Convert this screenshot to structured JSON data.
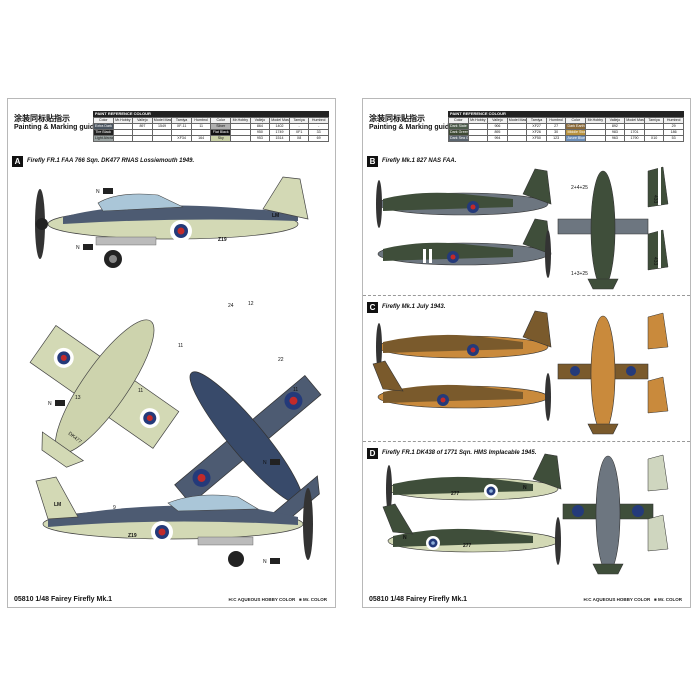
{
  "guide_title_cn": "涂装同标贴指示",
  "guide_title_en": "Painting & Marking guide",
  "ref_table": {
    "title": "PAINT REFERENCE COLOUR",
    "headers": [
      "Color",
      "Mr.Hobby",
      "Vallejo",
      "Model Master",
      "Tamiya",
      "Humbrol"
    ],
    "left_rows": [
      {
        "name": "Extra Dark Sea Grey",
        "swatch": "#4a5560",
        "hobby": "",
        "vallejo": "897",
        "mm": "1549",
        "tamiya": "XF-11",
        "humbrol": "11"
      },
      {
        "name": "Tire Black",
        "swatch": "#222222",
        "hobby": "",
        "vallejo": "",
        "mm": "",
        "tamiya": "",
        "humbrol": ""
      },
      {
        "name": "Light Aircraft Grey",
        "swatch": "#9aa3a2",
        "hobby": "",
        "vallejo": "",
        "mm": "",
        "tamiya": "XF34",
        "humbrol": "164"
      }
    ],
    "right_rows": [
      {
        "name": "Silver",
        "swatch": "#b0b0b0",
        "hobby": "",
        "vallejo": "864",
        "mm": "1402",
        "tamiya": "-",
        "humbrol": "-"
      },
      {
        "name": "Flat Black",
        "swatch": "#111111",
        "hobby": "",
        "vallejo": "950",
        "mm": "1749",
        "tamiya": "XF1",
        "humbrol": "33"
      },
      {
        "name": "Sky",
        "swatch": "#c9d1a6",
        "hobby": "",
        "vallejo": "953",
        "mm": "1514",
        "tamiya": "X8",
        "humbrol": "69"
      }
    ],
    "right_sheet_left_rows": [
      {
        "name": "Dark Slate Grey",
        "swatch": "#4b5a4a",
        "hobby": "",
        "vallejo": "906",
        "mm": "",
        "tamiya": "XF27",
        "humbrol": "27"
      },
      {
        "name": "Dark Green",
        "swatch": "#3e4a34",
        "hobby": "",
        "vallejo": "895",
        "mm": "",
        "tamiya": "XF26",
        "humbrol": "30"
      },
      {
        "name": "Dark Sea Grey",
        "swatch": "#5b6670",
        "hobby": "",
        "vallejo": "994",
        "mm": "",
        "tamiya": "XF50",
        "humbrol": "123"
      }
    ],
    "right_sheet_right_rows": [
      {
        "name": "Dark Earth",
        "swatch": "#8a6a3a",
        "hobby": "",
        "vallejo": "892",
        "mm": "",
        "tamiya": "",
        "humbrol": "29"
      },
      {
        "name": "Middle Stone",
        "swatch": "#b8923e",
        "hobby": "",
        "vallejo": "983",
        "mm": "1701",
        "tamiya": "",
        "humbrol": "186"
      },
      {
        "name": "Azure Blue",
        "swatch": "#6e8fb8",
        "hobby": "",
        "vallejo": "963",
        "mm": "1790",
        "tamiya": "X10",
        "humbrol": "53"
      }
    ]
  },
  "sections": [
    {
      "letter": "A",
      "caption": "Firefly FR.1 FAA 766 Sqn. DK477 RNAS Lossiemouth 1949."
    },
    {
      "letter": "B",
      "caption": "Firefly Mk.1 827 NAS FAA."
    },
    {
      "letter": "C",
      "caption": "Firefly Mk.1 July 1943."
    },
    {
      "letter": "D",
      "caption": "Firefly FR.1 DK438 of 1771 Sqn. HMS Implacable 1945."
    }
  ],
  "markings": {
    "left_code": "LM",
    "left_serial": "Z19",
    "left_wing_serial": "DK477",
    "right_b_tail_1": "433",
    "right_b_tail_2": "433",
    "right_d_code": "277",
    "right_d_letter": "N",
    "b_decal_callout": "2+4+25",
    "b_decal_callout_2": "1+3+25"
  },
  "footer": {
    "left": "05810 1/48 Fairey Firefly Mk.1",
    "right": "05810 1/48 Fairey Firefly Mk.1",
    "legend_aqueous": "H:C AQUEOUS HOBBY COLOR",
    "legend_mr": "■ Mr. COLOR"
  },
  "colors": {
    "sky": "#d3d9b5",
    "dark_sea_grey": "#4d5b72",
    "navy_blue": "#384a6a",
    "camo_green": "#3f4e3a",
    "camo_grey": "#6d7680",
    "dark_earth": "#7a5a2c",
    "middle_stone": "#c98a3c",
    "roundel_blue": "#243a7a",
    "roundel_red": "#c22a2a"
  }
}
